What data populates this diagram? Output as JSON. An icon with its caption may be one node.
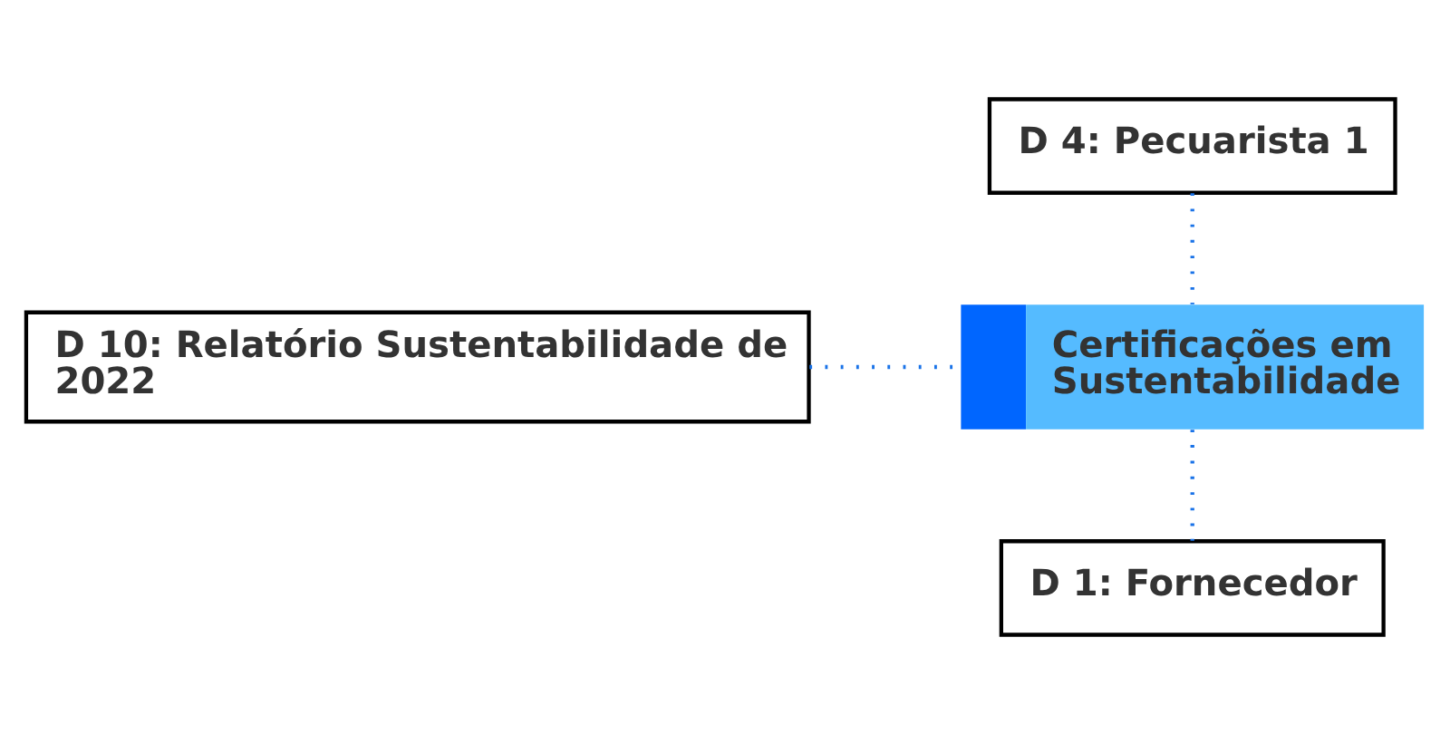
{
  "diagram": {
    "nodes": [
      {
        "text": [
          "D 4: Pecuarista 1"
        ]
      },
      {
        "text": [
          "D 10: Relatório Sustentabilidade de 2022"
        ]
      },
      {
        "text": [
          "Certificações em Sustentabilidade"
        ]
      },
      {
        "text": [
          "D 1: Fornecedor"
        ]
      }
    ],
    "edges": [
      {
        "from": 0,
        "to": 2,
        "arrow": "none",
        "style": "dashed"
      },
      {
        "from": 1,
        "to": 2,
        "arrow": "none",
        "style": "dashed"
      },
      {
        "from": 2,
        "to": 3,
        "arrow": "none",
        "style": "dashed"
      }
    ]
  }
}
